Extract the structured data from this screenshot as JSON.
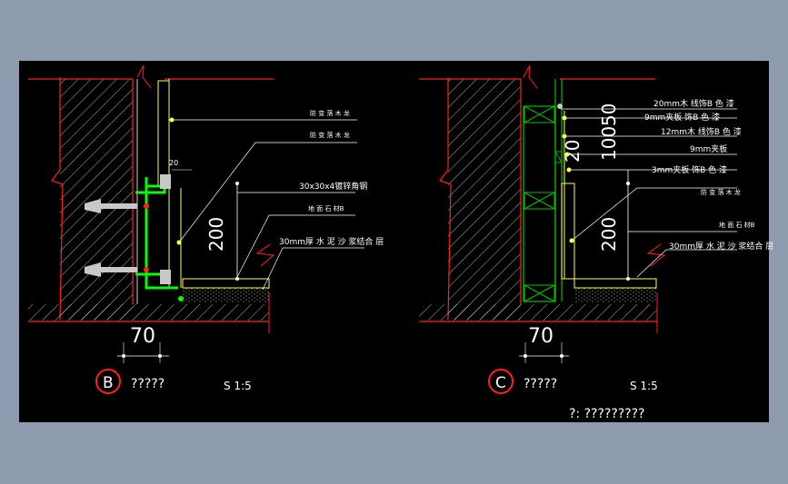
{
  "colors": {
    "background": "#8e9aae",
    "canvas": "#000000",
    "wall_line": "#ff2020",
    "steel": "#00ff00",
    "board": "#ffff55",
    "glass_frame": "#00c000",
    "text": "#ffffff",
    "anchor": "#c8c8c8"
  },
  "detail_b": {
    "marker": "B",
    "title": "?????",
    "scale": "S 1:5",
    "dim_70": "70",
    "dim_200": "200",
    "dim_20": "20",
    "notes": [
      {
        "text": "防 变 落 木 龙"
      },
      {
        "text": "防 变 落 木 龙"
      },
      {
        "text": "30x30x4镀锌角钢"
      },
      {
        "text": "地 面 石 材B"
      },
      {
        "text": "30mm厚 水 泥 沙 浆结合 层"
      }
    ]
  },
  "detail_c": {
    "marker": "C",
    "title": "?????",
    "scale": "S 1:5",
    "dim_70": "70",
    "dim_200": "200",
    "dim_20": "20",
    "dim_100": "100",
    "dim_50": "50",
    "notes": [
      {
        "text": "20mm木 线饰B 色 漆"
      },
      {
        "text": "9mm夹板 饰B 色 漆"
      },
      {
        "text": "12mm木 线饰B 色 漆"
      },
      {
        "text": "9mm夹板"
      },
      {
        "text": "3mm夹板 饰B 色 漆"
      },
      {
        "text": "防 变 落 木 龙"
      },
      {
        "text": "地 面 石 材B"
      },
      {
        "text": "30mm厚 水 泥 沙 浆结合 层"
      }
    ]
  },
  "footnote": "?: ?????????"
}
